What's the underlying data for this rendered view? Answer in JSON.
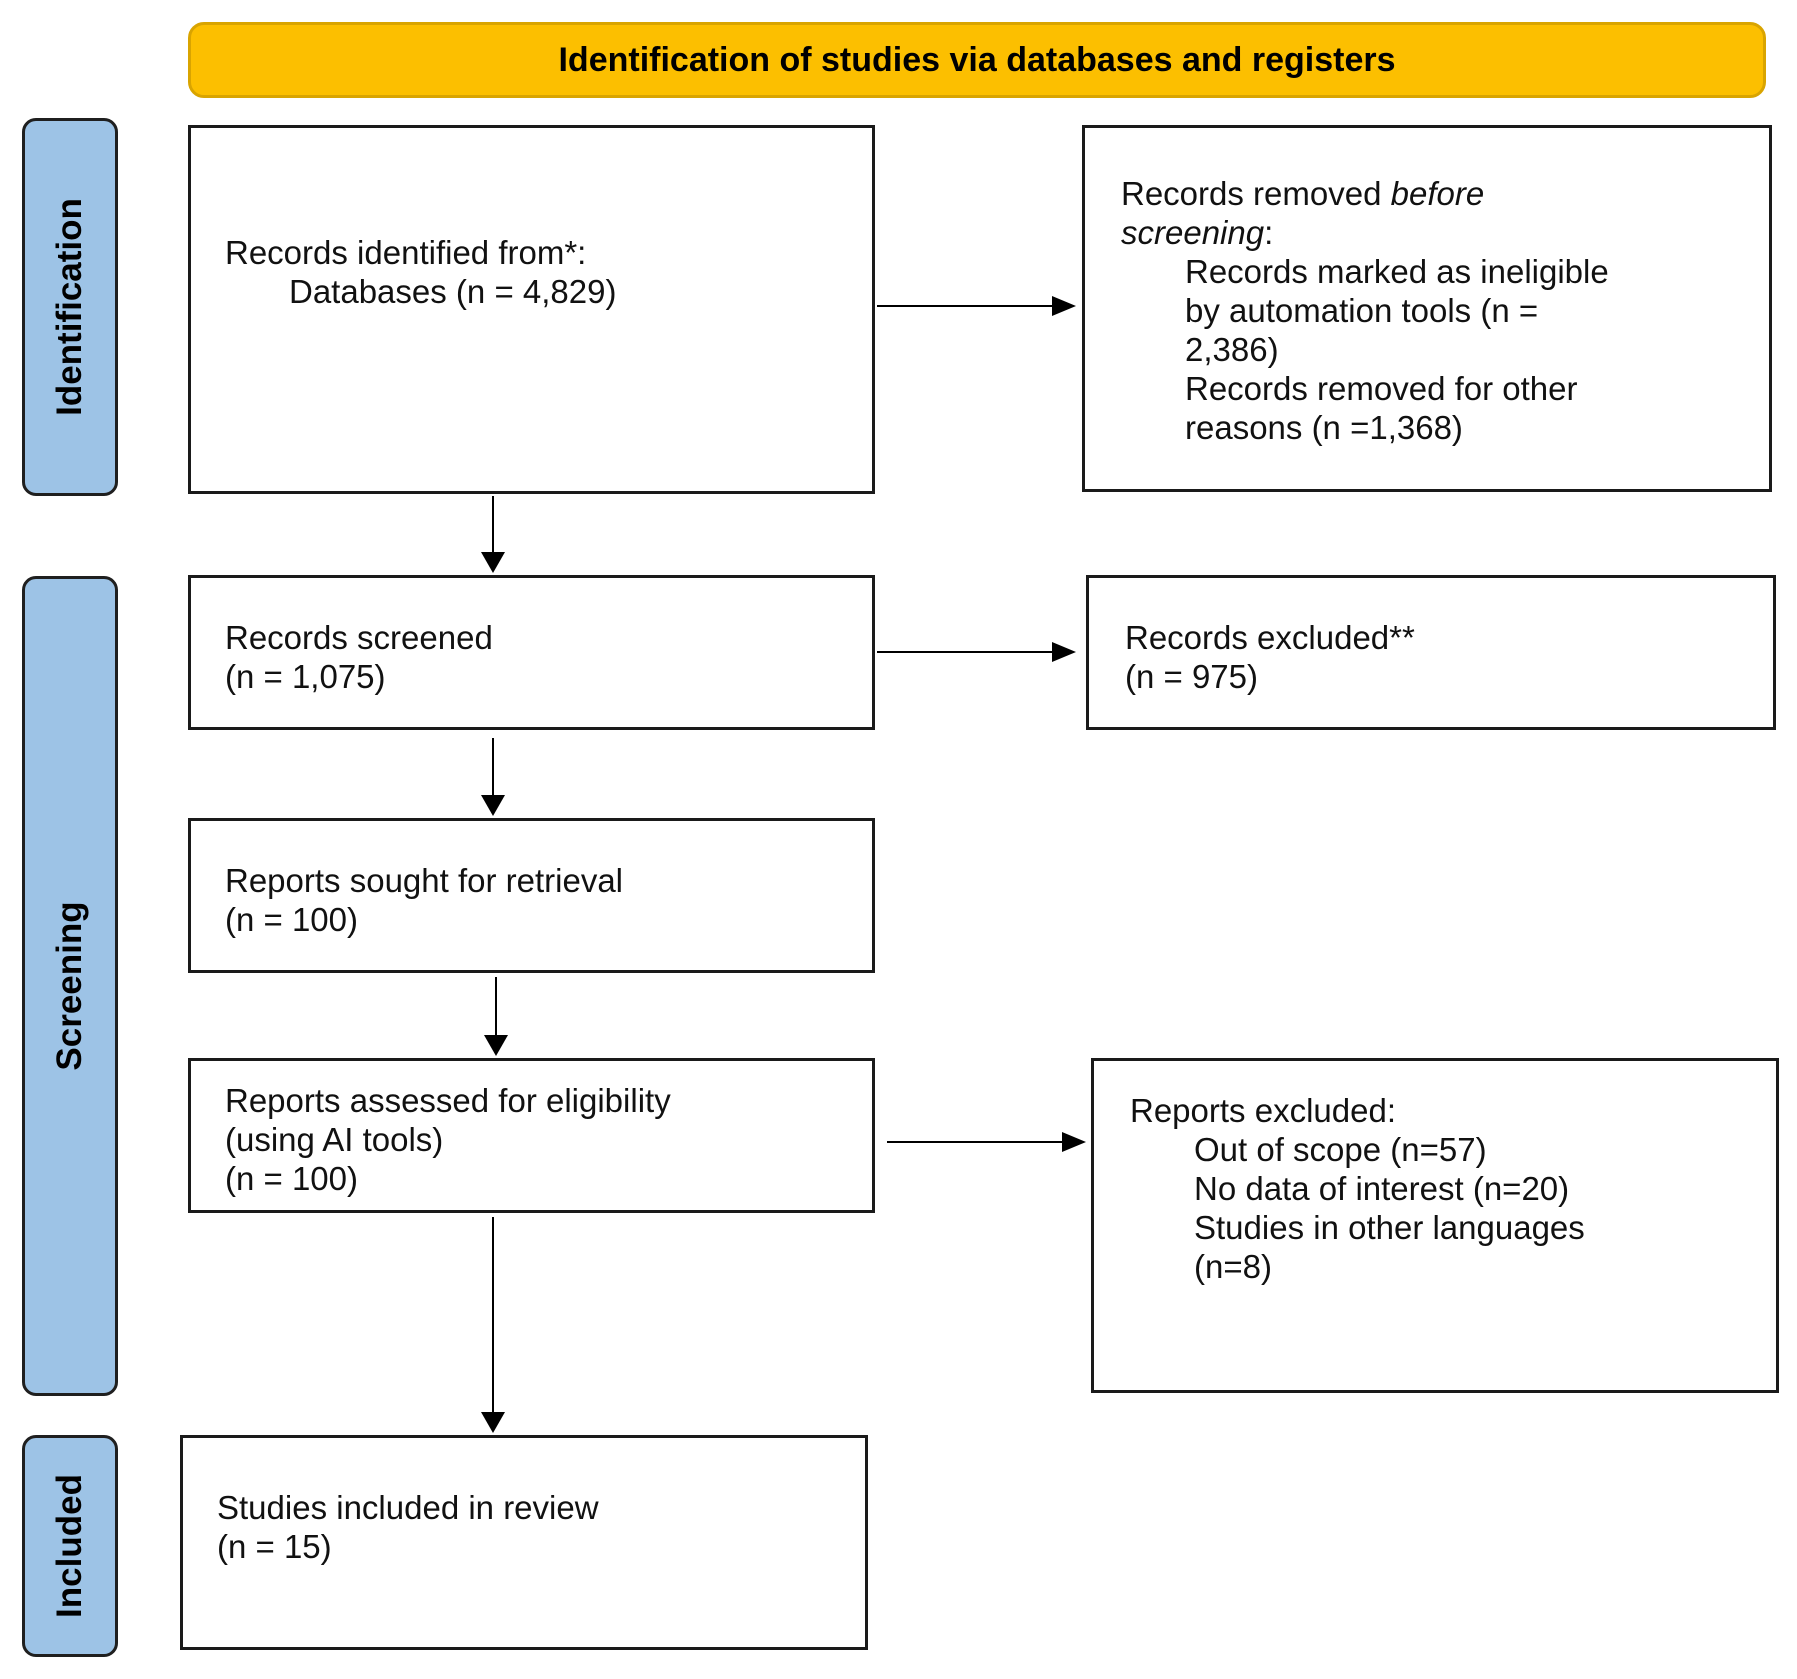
{
  "header": {
    "title": "Identification of studies via databases and registers"
  },
  "stages": {
    "identification": "Identification",
    "screening": "Screening",
    "included": "Included"
  },
  "boxes": {
    "records_identified": {
      "heading": "Records identified from*:",
      "databases": "Databases (n = 4,829)"
    },
    "records_removed": {
      "heading_plain": "Records removed ",
      "heading_italic_1": "before",
      "heading_italic_2": "screening",
      "heading_colon": ":",
      "automation_1": "Records marked as ineligible",
      "automation_2": "by automation tools (n =",
      "automation_3": "2,386)",
      "other_1": "Records removed for other",
      "other_2": "reasons (n =1,368)"
    },
    "records_screened": {
      "heading": "Records screened",
      "count": "(n = 1,075)"
    },
    "records_excluded": {
      "heading": "Records excluded**",
      "count": "(n = 975)"
    },
    "reports_sought": {
      "heading": "Reports sought for retrieval",
      "count": "(n = 100)"
    },
    "reports_assessed": {
      "heading": "Reports assessed for eligibility",
      "method": "(using AI tools)",
      "count": "(n = 100)"
    },
    "reports_excluded": {
      "heading": "Reports excluded:",
      "out_of_scope": "Out of scope (n=57)",
      "no_data": "No data of interest (n=20)",
      "languages_1": "Studies in other languages",
      "languages_2": "(n=8)"
    },
    "studies_included": {
      "heading": "Studies included in review",
      "count": "(n = 15)"
    }
  },
  "colors": {
    "banner_fill": "#fcbf00",
    "stage_fill": "#9dc3e6",
    "box_border": "#1a1a1a",
    "arrow": "#000000"
  }
}
